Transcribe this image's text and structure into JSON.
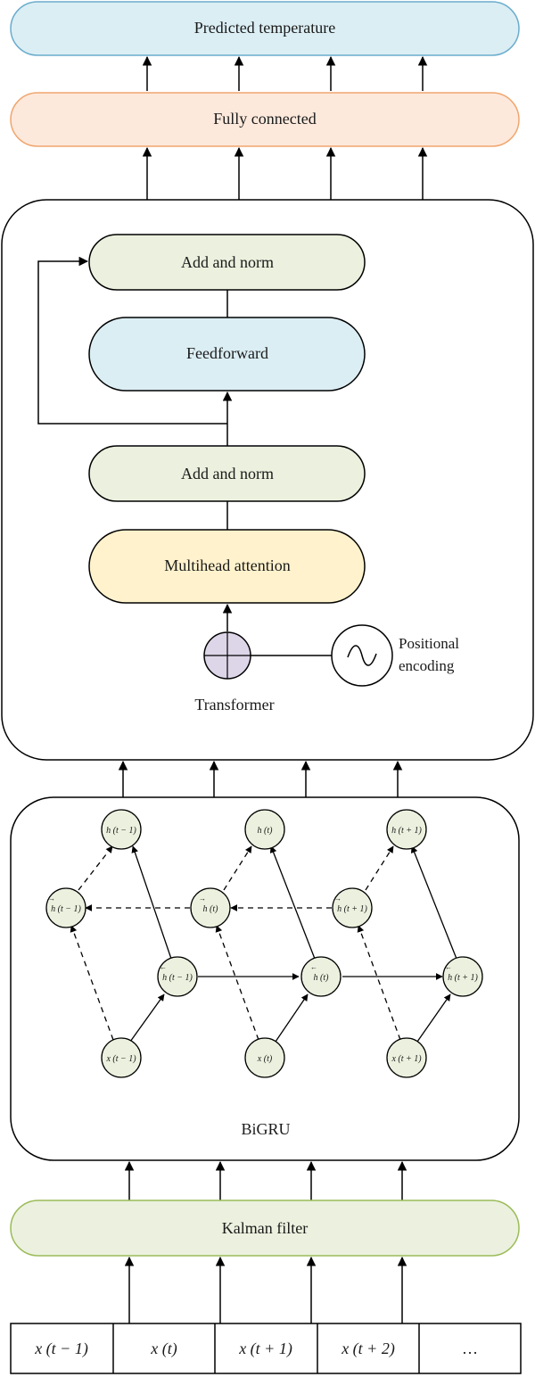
{
  "title": "Predicted temperature",
  "stages": {
    "output": "Predicted temperature",
    "fully_connected": "Fully connected",
    "transformer": {
      "label": "Transformer",
      "add_norm_top": "Add and norm",
      "feedforward": "Feedforward",
      "add_norm_bottom": "Add and norm",
      "attention": "Multihead attention",
      "positional_line1": "Positional",
      "positional_line2": "encoding"
    },
    "bigru": {
      "label": "BiGRU",
      "nodes": {
        "h_out": [
          "h (t − 1)",
          "h (t)",
          "h (t + 1)"
        ],
        "h_backward": [
          "h (t − 1)",
          "h (t)",
          "h (t + 1)"
        ],
        "h_forward": [
          "h (t − 1)",
          "h (t)",
          "h (t + 1)"
        ],
        "x_in": [
          "x (t − 1)",
          "x (t)",
          "x (t + 1)"
        ]
      }
    },
    "kalman": "Kalman filter"
  },
  "inputs": [
    "x (t − 1)",
    "x (t)",
    "x (t + 1)",
    "x (t + 2)",
    "…"
  ],
  "colors": {
    "output_fill": "#dbeef4",
    "output_stroke": "#6aaccc",
    "fc_fill": "#fde9dc",
    "fc_stroke": "#f0a66e",
    "norm_fill": "#ebf1de",
    "ff_fill": "#dbeef4",
    "attn_fill": "#fff2cc",
    "sum_fill": "#ddd5e8",
    "kalman_fill": "#ebf1de",
    "kalman_stroke": "#9bbb59"
  }
}
